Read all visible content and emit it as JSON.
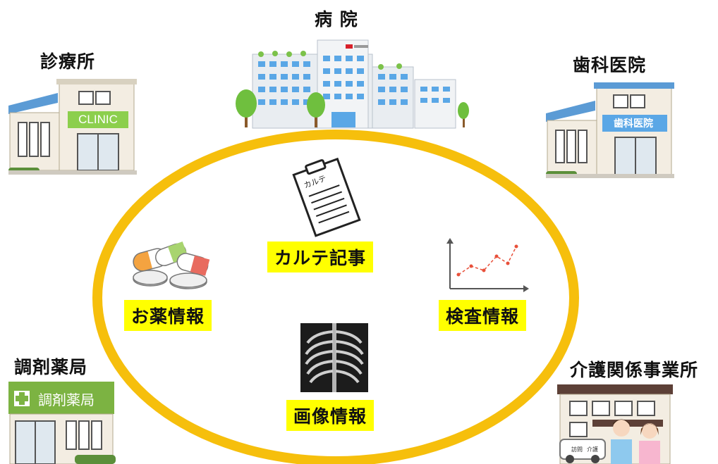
{
  "facilities": {
    "hospital": "病 院",
    "clinic": "診療所",
    "dental": "歯科医院",
    "pharmacy": "調剤薬局",
    "care": "介護関係事業所"
  },
  "signs": {
    "clinic": "CLINIC",
    "dental": "歯科医院",
    "pharmacy": "調剤薬局",
    "care_car_1": "訪問",
    "care_car_2": "介護"
  },
  "info": {
    "chart": "カルテ記事",
    "chart_doc": "カルテ",
    "medicine": "お薬情報",
    "test": "検査情報",
    "imaging": "画像情報"
  },
  "colors": {
    "ring": "#f6bf0c",
    "label_bg": "#ffff00",
    "building_blue": "#5aa7e6",
    "clinic_green": "#8ccf4d"
  },
  "icons": {
    "chart": "clipboard-icon",
    "medicine": "pills-icon",
    "test": "line-graph-icon",
    "imaging": "xray-icon"
  }
}
